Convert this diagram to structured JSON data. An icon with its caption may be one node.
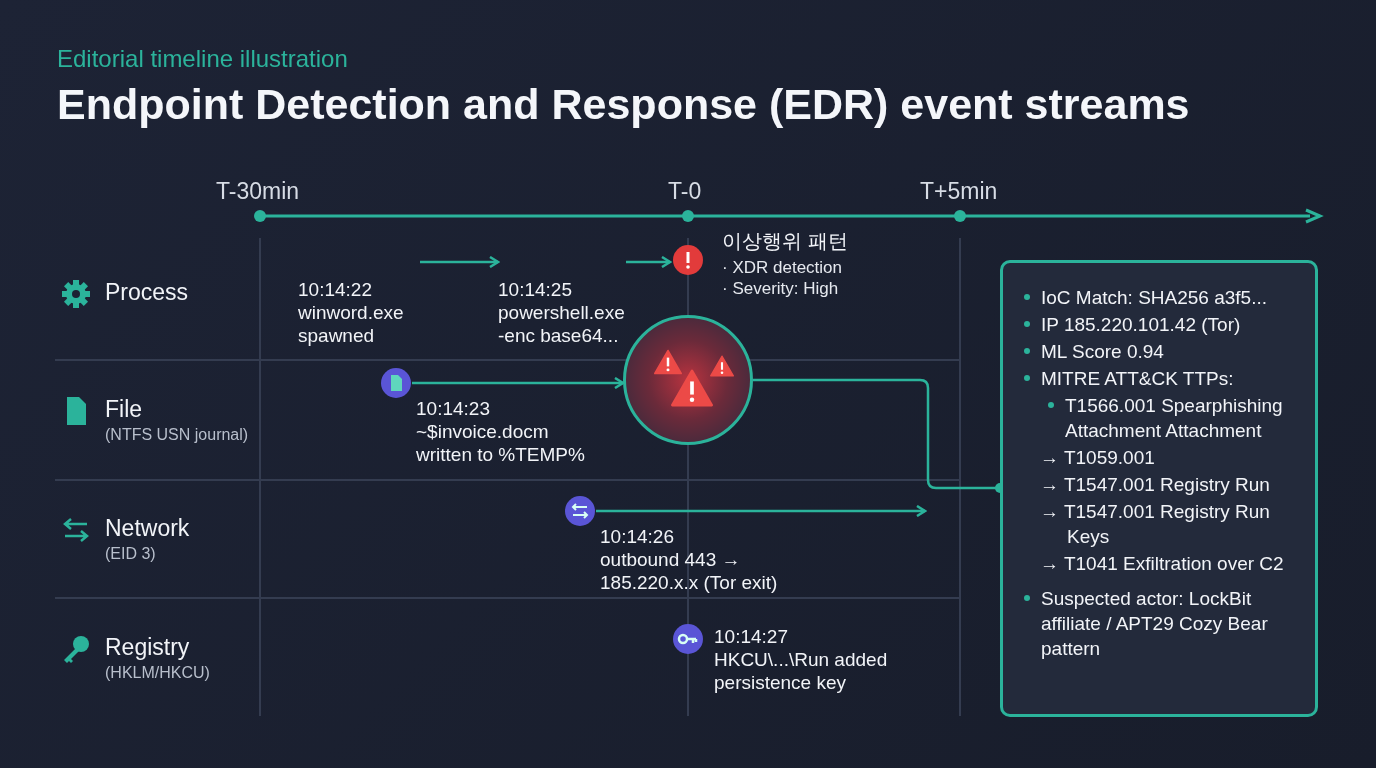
{
  "diagram": {
    "title": "Endpoint Detection and Response (EDR) event streams",
    "nodes": [
      {
        "text": [
          "Process"
        ]
      },
      {
        "text": [
          "File",
          "(NTFS USN journal)"
        ]
      },
      {
        "text": [
          "Network",
          "(EID 3)"
        ]
      },
      {
        "text": [
          "Registry",
          "(HKLM/HKCU)"
        ]
      },
      {
        "text": [
          "10:14:22",
          "winword.exe spawned"
        ]
      },
      {
        "text": [
          "10:14:25",
          "powershell.exe -enc base64..."
        ]
      },
      {
        "text": [
          "이상행위 패턴",
          "· XDR detection",
          "· Severity: High"
        ]
      },
      {
        "text": [
          "10:14:23",
          "~$invoice.docm written to %TEMP%"
        ]
      },
      {
        "text": [],
        "shape": "circle"
      },
      {
        "text": [
          "10:14:26",
          "outbound 443 → 185.220.x.x (Tor exit)"
        ]
      },
      {
        "text": [
          "10:14:27",
          "HKCU\\...\\Run added persistence key"
        ]
      },
      {
        "text": [
          "IoC Match: SHA256 a3f5...",
          "IP 185.220.101.42 (Tor)",
          "ML Score 0.94",
          "MITRE ATT&CK TTPs:",
          "T1566.001 Spearphishing Attachment Attachment",
          "→ T1059.001",
          "→ T1547.001 Registry Run",
          "→ T1547.001 Registry Run Keys",
          "→ T1041 Exfiltration over C2",
          "Suspected actor: LockBit affiliate / APT29 Cozy Bear pattern"
        ]
      }
    ],
    "edges": [
      {
        "from": 4,
        "to": 5,
        "arrow": "to"
      },
      {
        "from": 5,
        "to": 6,
        "arrow": "to"
      },
      {
        "from": 7,
        "to": 8,
        "arrow": "to"
      },
      {
        "from": 9,
        "to": null,
        "arrow": "to"
      },
      {
        "from": 8,
        "to": 11,
        "arrow": "other"
      }
    ],
    "labels": [
      "Editorial timeline illustration",
      "T-30min",
      "T-0",
      "T+5min"
    ]
  }
}
